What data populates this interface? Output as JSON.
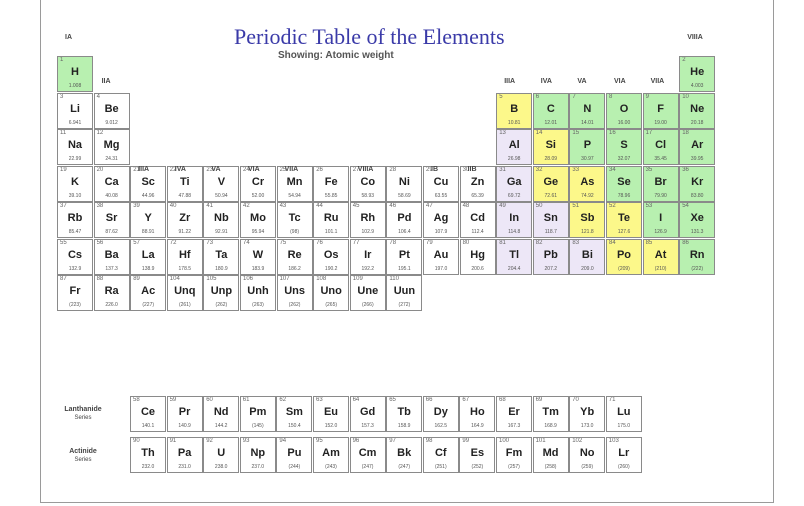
{
  "title": "Periodic Table of the Elements",
  "subtitle": "Showing: Atomic weight",
  "colors": {
    "metal": "#ffffff",
    "metalloid": "#fcf88a",
    "nonmetal": "#b8f0b0",
    "highlight": "#ede7f7",
    "title": "#3a3aa8"
  },
  "group_labels": [
    "IA",
    "IIA",
    "IIIA",
    "IVA",
    "VA",
    "VIA",
    "VIIA",
    "VIIIA",
    "IB",
    "IIB",
    "IIIA",
    "IVA",
    "VA",
    "VIA",
    "VIIA",
    "VIIIA"
  ],
  "series_labels": {
    "lanthanide": [
      "Lanthanide",
      "Series"
    ],
    "actinide": [
      "Actinide",
      "Series"
    ]
  },
  "elements": [
    {
      "n": "1",
      "s": "H",
      "m": "1.008",
      "type": "nonmetal",
      "row": 1,
      "col": 1
    },
    {
      "n": "2",
      "s": "He",
      "m": "4.003",
      "type": "nonmetal",
      "row": 1,
      "col": 18
    },
    {
      "n": "3",
      "s": "Li",
      "m": "6.941",
      "type": "metal",
      "row": 2,
      "col": 1
    },
    {
      "n": "4",
      "s": "Be",
      "m": "9.012",
      "type": "metal",
      "row": 2,
      "col": 2
    },
    {
      "n": "5",
      "s": "B",
      "m": "10.81",
      "type": "metalloid",
      "row": 2,
      "col": 13
    },
    {
      "n": "6",
      "s": "C",
      "m": "12.01",
      "type": "nonmetal",
      "row": 2,
      "col": 14
    },
    {
      "n": "7",
      "s": "N",
      "m": "14.01",
      "type": "nonmetal",
      "row": 2,
      "col": 15
    },
    {
      "n": "8",
      "s": "O",
      "m": "16.00",
      "type": "nonmetal",
      "row": 2,
      "col": 16
    },
    {
      "n": "9",
      "s": "F",
      "m": "19.00",
      "type": "nonmetal",
      "row": 2,
      "col": 17
    },
    {
      "n": "10",
      "s": "Ne",
      "m": "20.18",
      "type": "nonmetal",
      "row": 2,
      "col": 18
    },
    {
      "n": "11",
      "s": "Na",
      "m": "22.99",
      "type": "metal",
      "row": 3,
      "col": 1
    },
    {
      "n": "12",
      "s": "Mg",
      "m": "24.31",
      "type": "metal",
      "row": 3,
      "col": 2
    },
    {
      "n": "13",
      "s": "Al",
      "m": "26.98",
      "type": "highlight",
      "row": 3,
      "col": 13
    },
    {
      "n": "14",
      "s": "Si",
      "m": "28.09",
      "type": "metalloid",
      "row": 3,
      "col": 14
    },
    {
      "n": "15",
      "s": "P",
      "m": "30.97",
      "type": "nonmetal",
      "row": 3,
      "col": 15
    },
    {
      "n": "16",
      "s": "S",
      "m": "32.07",
      "type": "nonmetal",
      "row": 3,
      "col": 16
    },
    {
      "n": "17",
      "s": "Cl",
      "m": "35.45",
      "type": "nonmetal",
      "row": 3,
      "col": 17
    },
    {
      "n": "18",
      "s": "Ar",
      "m": "39.95",
      "type": "nonmetal",
      "row": 3,
      "col": 18
    },
    {
      "n": "19",
      "s": "K",
      "m": "39.10",
      "type": "metal",
      "row": 4,
      "col": 1
    },
    {
      "n": "20",
      "s": "Ca",
      "m": "40.08",
      "type": "metal",
      "row": 4,
      "col": 2
    },
    {
      "n": "21",
      "s": "Sc",
      "m": "44.96",
      "type": "metal",
      "row": 4,
      "col": 3
    },
    {
      "n": "22",
      "s": "Ti",
      "m": "47.88",
      "type": "metal",
      "row": 4,
      "col": 4
    },
    {
      "n": "23",
      "s": "V",
      "m": "50.94",
      "type": "metal",
      "row": 4,
      "col": 5
    },
    {
      "n": "24",
      "s": "Cr",
      "m": "52.00",
      "type": "metal",
      "row": 4,
      "col": 6
    },
    {
      "n": "25",
      "s": "Mn",
      "m": "54.94",
      "type": "metal",
      "row": 4,
      "col": 7
    },
    {
      "n": "26",
      "s": "Fe",
      "m": "55.85",
      "type": "metal",
      "row": 4,
      "col": 8
    },
    {
      "n": "27",
      "s": "Co",
      "m": "58.93",
      "type": "metal",
      "row": 4,
      "col": 9
    },
    {
      "n": "28",
      "s": "Ni",
      "m": "58.69",
      "type": "metal",
      "row": 4,
      "col": 10
    },
    {
      "n": "29",
      "s": "Cu",
      "m": "63.55",
      "type": "metal",
      "row": 4,
      "col": 11
    },
    {
      "n": "30",
      "s": "Zn",
      "m": "65.39",
      "type": "metal",
      "row": 4,
      "col": 12
    },
    {
      "n": "31",
      "s": "Ga",
      "m": "69.72",
      "type": "highlight",
      "row": 4,
      "col": 13
    },
    {
      "n": "32",
      "s": "Ge",
      "m": "72.61",
      "type": "metalloid",
      "row": 4,
      "col": 14
    },
    {
      "n": "33",
      "s": "As",
      "m": "74.92",
      "type": "metalloid",
      "row": 4,
      "col": 15
    },
    {
      "n": "34",
      "s": "Se",
      "m": "78.96",
      "type": "nonmetal",
      "row": 4,
      "col": 16
    },
    {
      "n": "35",
      "s": "Br",
      "m": "79.90",
      "type": "nonmetal",
      "row": 4,
      "col": 17
    },
    {
      "n": "36",
      "s": "Kr",
      "m": "83.80",
      "type": "nonmetal",
      "row": 4,
      "col": 18
    },
    {
      "n": "37",
      "s": "Rb",
      "m": "85.47",
      "type": "metal",
      "row": 5,
      "col": 1
    },
    {
      "n": "38",
      "s": "Sr",
      "m": "87.62",
      "type": "metal",
      "row": 5,
      "col": 2
    },
    {
      "n": "39",
      "s": "Y",
      "m": "88.91",
      "type": "metal",
      "row": 5,
      "col": 3
    },
    {
      "n": "40",
      "s": "Zr",
      "m": "91.22",
      "type": "metal",
      "row": 5,
      "col": 4
    },
    {
      "n": "41",
      "s": "Nb",
      "m": "92.91",
      "type": "metal",
      "row": 5,
      "col": 5
    },
    {
      "n": "42",
      "s": "Mo",
      "m": "95.94",
      "type": "metal",
      "row": 5,
      "col": 6
    },
    {
      "n": "43",
      "s": "Tc",
      "m": "(98)",
      "type": "metal",
      "row": 5,
      "col": 7
    },
    {
      "n": "44",
      "s": "Ru",
      "m": "101.1",
      "type": "metal",
      "row": 5,
      "col": 8
    },
    {
      "n": "45",
      "s": "Rh",
      "m": "102.9",
      "type": "metal",
      "row": 5,
      "col": 9
    },
    {
      "n": "46",
      "s": "Pd",
      "m": "106.4",
      "type": "metal",
      "row": 5,
      "col": 10
    },
    {
      "n": "47",
      "s": "Ag",
      "m": "107.9",
      "type": "metal",
      "row": 5,
      "col": 11
    },
    {
      "n": "48",
      "s": "Cd",
      "m": "112.4",
      "type": "metal",
      "row": 5,
      "col": 12
    },
    {
      "n": "49",
      "s": "In",
      "m": "114.8",
      "type": "highlight",
      "row": 5,
      "col": 13
    },
    {
      "n": "50",
      "s": "Sn",
      "m": "118.7",
      "type": "highlight",
      "row": 5,
      "col": 14
    },
    {
      "n": "51",
      "s": "Sb",
      "m": "121.8",
      "type": "metalloid",
      "row": 5,
      "col": 15
    },
    {
      "n": "52",
      "s": "Te",
      "m": "127.6",
      "type": "metalloid",
      "row": 5,
      "col": 16
    },
    {
      "n": "53",
      "s": "I",
      "m": "126.9",
      "type": "nonmetal",
      "row": 5,
      "col": 17
    },
    {
      "n": "54",
      "s": "Xe",
      "m": "131.3",
      "type": "nonmetal",
      "row": 5,
      "col": 18
    },
    {
      "n": "55",
      "s": "Cs",
      "m": "132.9",
      "type": "metal",
      "row": 6,
      "col": 1
    },
    {
      "n": "56",
      "s": "Ba",
      "m": "137.3",
      "type": "metal",
      "row": 6,
      "col": 2
    },
    {
      "n": "57",
      "s": "La",
      "m": "138.9",
      "type": "metal",
      "row": 6,
      "col": 3
    },
    {
      "n": "72",
      "s": "Hf",
      "m": "178.5",
      "type": "metal",
      "row": 6,
      "col": 4
    },
    {
      "n": "73",
      "s": "Ta",
      "m": "180.9",
      "type": "metal",
      "row": 6,
      "col": 5
    },
    {
      "n": "74",
      "s": "W",
      "m": "183.9",
      "type": "metal",
      "row": 6,
      "col": 6
    },
    {
      "n": "75",
      "s": "Re",
      "m": "186.2",
      "type": "metal",
      "row": 6,
      "col": 7
    },
    {
      "n": "76",
      "s": "Os",
      "m": "190.2",
      "type": "metal",
      "row": 6,
      "col": 8
    },
    {
      "n": "77",
      "s": "Ir",
      "m": "192.2",
      "type": "metal",
      "row": 6,
      "col": 9
    },
    {
      "n": "78",
      "s": "Pt",
      "m": "195.1",
      "type": "metal",
      "row": 6,
      "col": 10
    },
    {
      "n": "79",
      "s": "Au",
      "m": "197.0",
      "type": "metal",
      "row": 6,
      "col": 11
    },
    {
      "n": "80",
      "s": "Hg",
      "m": "200.6",
      "type": "metal",
      "row": 6,
      "col": 12
    },
    {
      "n": "81",
      "s": "Tl",
      "m": "204.4",
      "type": "highlight",
      "row": 6,
      "col": 13
    },
    {
      "n": "82",
      "s": "Pb",
      "m": "207.2",
      "type": "highlight",
      "row": 6,
      "col": 14
    },
    {
      "n": "83",
      "s": "Bi",
      "m": "209.0",
      "type": "highlight",
      "row": 6,
      "col": 15
    },
    {
      "n": "84",
      "s": "Po",
      "m": "(209)",
      "type": "metalloid",
      "row": 6,
      "col": 16
    },
    {
      "n": "85",
      "s": "At",
      "m": "(210)",
      "type": "metalloid",
      "row": 6,
      "col": 17
    },
    {
      "n": "86",
      "s": "Rn",
      "m": "(222)",
      "type": "nonmetal",
      "row": 6,
      "col": 18
    },
    {
      "n": "87",
      "s": "Fr",
      "m": "(223)",
      "type": "metal",
      "row": 7,
      "col": 1
    },
    {
      "n": "88",
      "s": "Ra",
      "m": "226.0",
      "type": "metal",
      "row": 7,
      "col": 2
    },
    {
      "n": "89",
      "s": "Ac",
      "m": "(227)",
      "type": "metal",
      "row": 7,
      "col": 3
    },
    {
      "n": "104",
      "s": "Unq",
      "m": "(261)",
      "type": "metal",
      "row": 7,
      "col": 4
    },
    {
      "n": "105",
      "s": "Unp",
      "m": "(262)",
      "type": "metal",
      "row": 7,
      "col": 5
    },
    {
      "n": "106",
      "s": "Unh",
      "m": "(263)",
      "type": "metal",
      "row": 7,
      "col": 6
    },
    {
      "n": "107",
      "s": "Uns",
      "m": "(262)",
      "type": "metal",
      "row": 7,
      "col": 7
    },
    {
      "n": "108",
      "s": "Uno",
      "m": "(265)",
      "type": "metal",
      "row": 7,
      "col": 8
    },
    {
      "n": "109",
      "s": "Une",
      "m": "(266)",
      "type": "metal",
      "row": 7,
      "col": 9
    },
    {
      "n": "110",
      "s": "Uun",
      "m": "(272)",
      "type": "metal",
      "row": 7,
      "col": 10
    }
  ],
  "lanthanides": [
    {
      "n": "58",
      "s": "Ce",
      "m": "140.1"
    },
    {
      "n": "59",
      "s": "Pr",
      "m": "140.9"
    },
    {
      "n": "60",
      "s": "Nd",
      "m": "144.2"
    },
    {
      "n": "61",
      "s": "Pm",
      "m": "(145)"
    },
    {
      "n": "62",
      "s": "Sm",
      "m": "150.4"
    },
    {
      "n": "63",
      "s": "Eu",
      "m": "152.0"
    },
    {
      "n": "64",
      "s": "Gd",
      "m": "157.3"
    },
    {
      "n": "65",
      "s": "Tb",
      "m": "158.9"
    },
    {
      "n": "66",
      "s": "Dy",
      "m": "162.5"
    },
    {
      "n": "67",
      "s": "Ho",
      "m": "164.9"
    },
    {
      "n": "68",
      "s": "Er",
      "m": "167.3"
    },
    {
      "n": "69",
      "s": "Tm",
      "m": "168.9"
    },
    {
      "n": "70",
      "s": "Yb",
      "m": "173.0"
    },
    {
      "n": "71",
      "s": "Lu",
      "m": "175.0"
    }
  ],
  "actinides": [
    {
      "n": "90",
      "s": "Th",
      "m": "232.0"
    },
    {
      "n": "91",
      "s": "Pa",
      "m": "231.0"
    },
    {
      "n": "92",
      "s": "U",
      "m": "238.0"
    },
    {
      "n": "93",
      "s": "Np",
      "m": "237.0"
    },
    {
      "n": "94",
      "s": "Pu",
      "m": "(244)"
    },
    {
      "n": "95",
      "s": "Am",
      "m": "(243)"
    },
    {
      "n": "96",
      "s": "Cm",
      "m": "(247)"
    },
    {
      "n": "97",
      "s": "Bk",
      "m": "(247)"
    },
    {
      "n": "98",
      "s": "Cf",
      "m": "(251)"
    },
    {
      "n": "99",
      "s": "Es",
      "m": "(252)"
    },
    {
      "n": "100",
      "s": "Fm",
      "m": "(257)"
    },
    {
      "n": "101",
      "s": "Md",
      "m": "(258)"
    },
    {
      "n": "102",
      "s": "No",
      "m": "(259)"
    },
    {
      "n": "103",
      "s": "Lr",
      "m": "(260)"
    }
  ]
}
